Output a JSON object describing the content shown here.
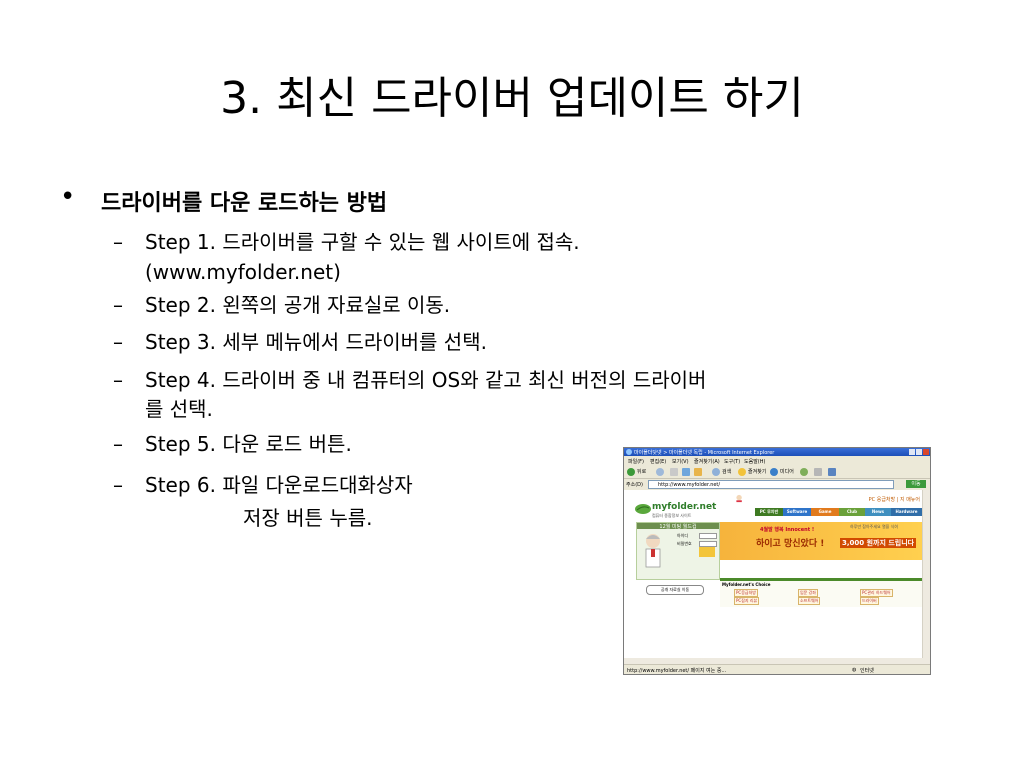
{
  "slide": {
    "title": "3. 최신 드라이버 업데이트 하기",
    "bullet": {
      "marker": "•",
      "text": "드라이버를 다운 로드하는 방법"
    },
    "steps": [
      {
        "dash": "–",
        "lines": [
          "Step 1. 드라이버를 구할 수 있는 웹 사이트에 접속.",
          "(www.myfolder.net)"
        ]
      },
      {
        "dash": "–",
        "lines": [
          "Step 2. 왼쪽의 공개 자료실로 이동."
        ]
      },
      {
        "dash": "–",
        "lines": [
          "Step 3. 세부 메뉴에서 드라이버를 선택."
        ]
      },
      {
        "dash": "–",
        "lines": [
          "Step 4. 드라이버 중 내 컴퓨터의 OS와 같고 최신 버전의 드라이버",
          "를 선택."
        ]
      },
      {
        "dash": "–",
        "lines": [
          "Step 5. 다운 로드 버튼."
        ]
      },
      {
        "dash": "–",
        "lines": [
          "Step 6. 파일 다운로드대화상자",
          "저장 버튼 누름."
        ]
      }
    ]
  },
  "browser": {
    "window_title": "마이폴더닷넷 > 마이폴더넷 독립 - Microsoft Internet Explorer",
    "menu": [
      "파일(F)",
      "편집(E)",
      "보기(V)",
      "즐겨찾기(A)",
      "도구(T)",
      "도움말(H)"
    ],
    "toolbar": [
      "뒤로",
      "검색",
      "즐겨찾기",
      "미디어"
    ],
    "address_label": "주소(D)",
    "address_value": "http://www.myfolder.net/",
    "go_label": "이동",
    "site": {
      "logo_text": "myfolder.net",
      "logo_sub": "컴퓨터 종합정보 사이트",
      "top_links": "PC 응급처방 | 지 매뉴어",
      "nav": [
        "PC 무지반",
        "Software",
        "Game",
        "Club",
        "News",
        "Hardware"
      ],
      "login_header": "12월 미팅 월드컵",
      "login_row1": "아이디",
      "login_row2": "비밀번호",
      "banner_line1": "4월말 행복 Innocent !",
      "banner_line2": "하이고 망신았다 !",
      "banner_line3": "3,000 원까지 드립니다",
      "banner_note": "하루만 참아주세요 열을 식혀",
      "choice_header": "Myfolder.net's Choice",
      "choice_links": [
        "PC응급처방",
        "입문 강좌",
        "PC관리 하드웨어",
        "PC잡지 리뷰",
        "소프트웨어",
        "드라이버"
      ],
      "left_button": "공개 자료실 이동"
    },
    "status_text": "http://www.myfolder.net/ 페이지 여는 중...",
    "status_zone": "인터넷"
  },
  "colors": {
    "nav_green": "#4b8a2a",
    "banner_orange": "#f6b33c",
    "ie_blue": "#1c4fb8"
  }
}
